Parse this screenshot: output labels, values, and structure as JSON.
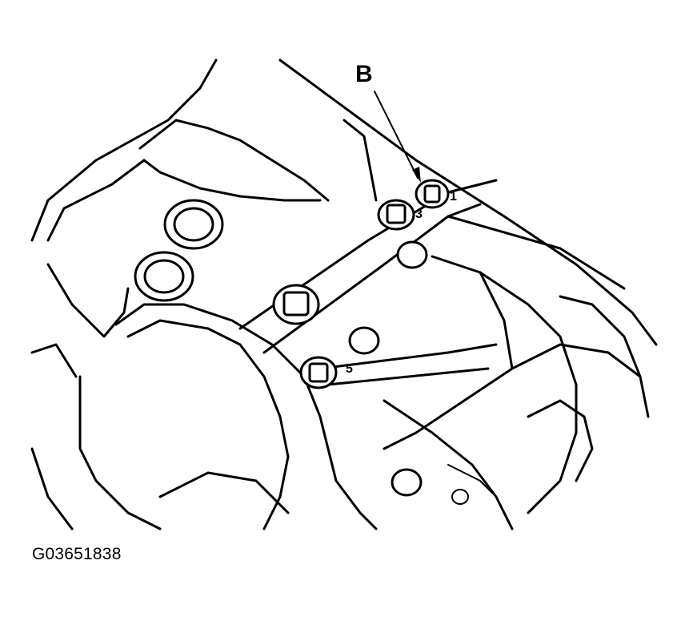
{
  "figure": {
    "callout_label": "B",
    "bolt_mark_upper": "1",
    "bolt_mark_lower": "5",
    "bolt_mark_middle": "3",
    "figure_id": "G03651838"
  }
}
